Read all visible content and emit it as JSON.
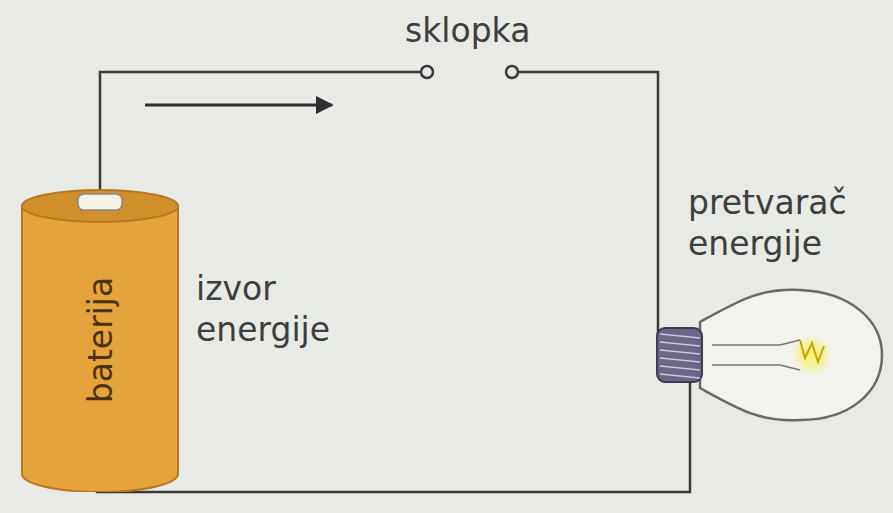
{
  "diagram": {
    "nodes": [
      {
        "text": [
          "baterija"
        ]
      }
    ],
    "labels": [
      "sklopka",
      "izvor energije",
      "pretvarač energije"
    ]
  }
}
